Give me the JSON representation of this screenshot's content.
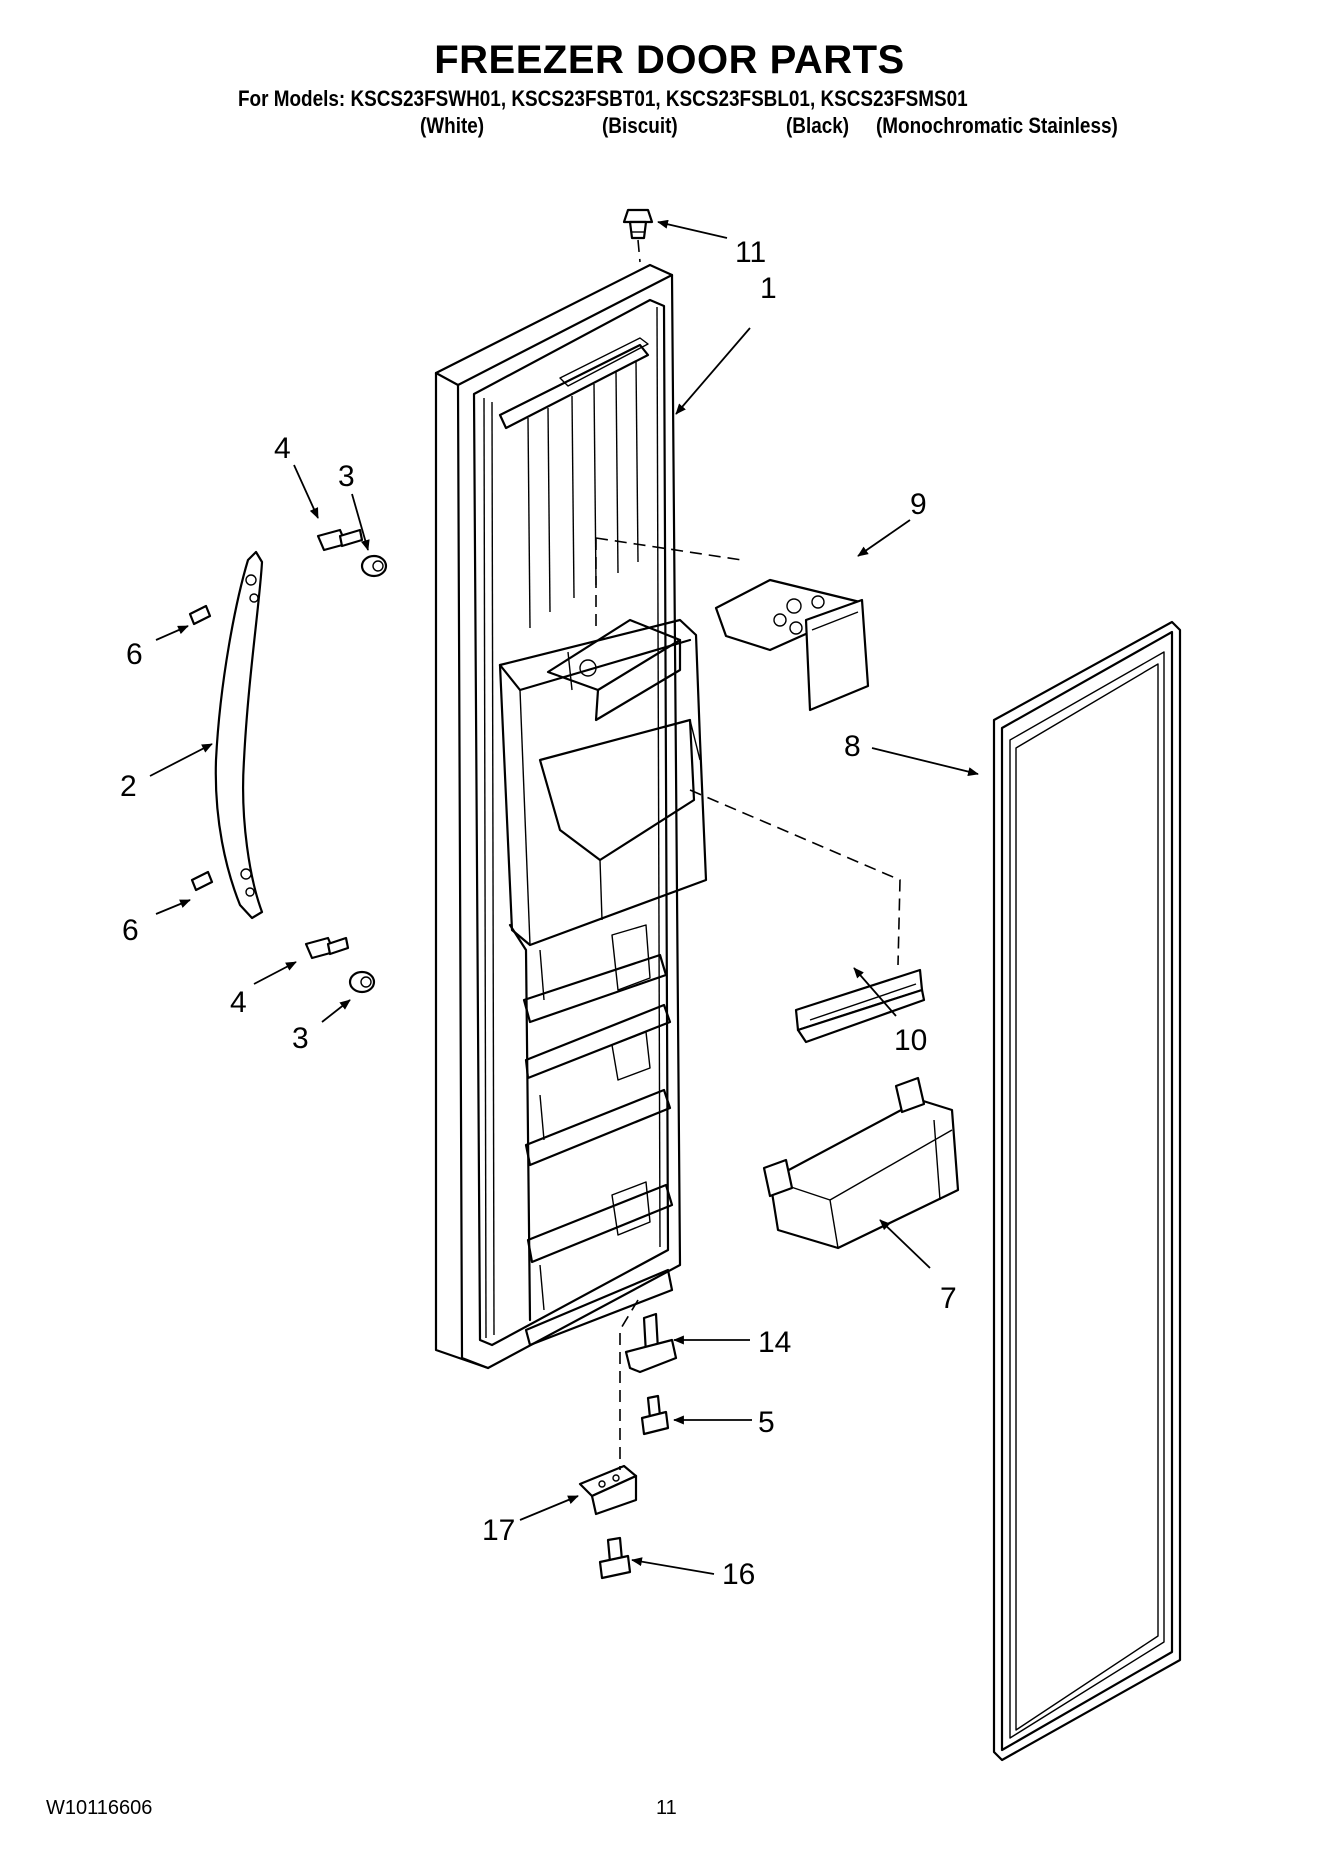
{
  "header": {
    "title": "FREEZER DOOR PARTS",
    "models_line": "For Models: KSCS23FSWH01, KSCS23FSBT01, KSCS23FSBL01, KSCS23FSMS01",
    "color_labels": [
      "(White)",
      "(Biscuit)",
      "(Black)",
      "(Monochromatic Stainless)"
    ]
  },
  "callouts": [
    "11",
    "1",
    "4",
    "3",
    "9",
    "6",
    "2",
    "8",
    "6",
    "4",
    "3",
    "10",
    "7",
    "14",
    "5",
    "17",
    "16"
  ],
  "footer": {
    "doc_number": "W10116606",
    "page_number": "11"
  }
}
